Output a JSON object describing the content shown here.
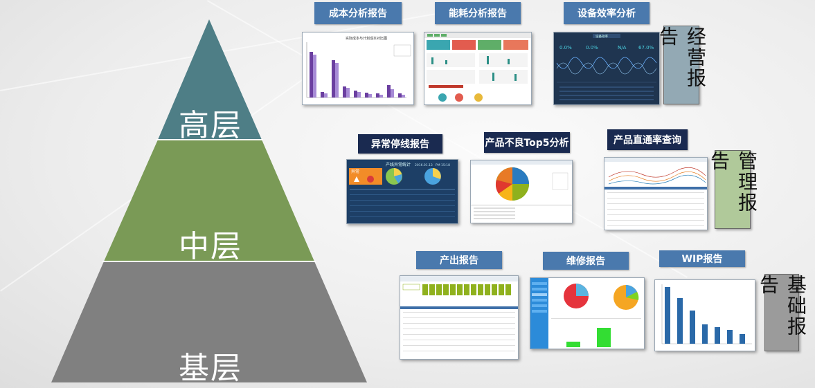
{
  "pyramid": {
    "levels": [
      {
        "label": "高层",
        "color": "#4e7e86"
      },
      {
        "label": "中层",
        "color": "#7a9a56"
      },
      {
        "label": "基层",
        "color": "#808080"
      }
    ]
  },
  "reports": {
    "top": [
      {
        "title": "成本分析报告",
        "tag_color": "#4a79ad"
      },
      {
        "title": "能耗分析报告",
        "tag_color": "#4a79ad"
      },
      {
        "title": "设备效率分析",
        "tag_color": "#4a79ad"
      }
    ],
    "middle": [
      {
        "title": "异常停线报告",
        "tag_color": "#1a2a50"
      },
      {
        "title": "产品不良Top5分析",
        "tag_color": "#1a2a50"
      },
      {
        "title": "产品直通率查询",
        "tag_color": "#1a2a50"
      }
    ],
    "bottom": [
      {
        "title": "产出报告",
        "tag_color": "#4a79ad"
      },
      {
        "title": "维修报告",
        "tag_color": "#4a79ad"
      },
      {
        "title": "WIP报告",
        "tag_color": "#4a79ad"
      }
    ]
  },
  "categories": {
    "operations": {
      "label": "经营报告",
      "bg": "#93a9b4"
    },
    "management": {
      "label": "管理报告",
      "bg": "#b0c99a"
    },
    "base": {
      "label": "基础报告",
      "bg": "#9b9b9b"
    }
  },
  "thumbnails": {
    "cost_chart_title": "实际成本与计划成本对比图",
    "abnormal_title": "产线异常统计",
    "abnormal_badge": "异常",
    "abnormal_date": "2016.01.13",
    "abnormal_time": "PM 15:18",
    "efficiency_title": "设备效率",
    "efficiency_values": [
      "0.0%",
      "0.0%",
      "N/A",
      "67.0%"
    ]
  }
}
